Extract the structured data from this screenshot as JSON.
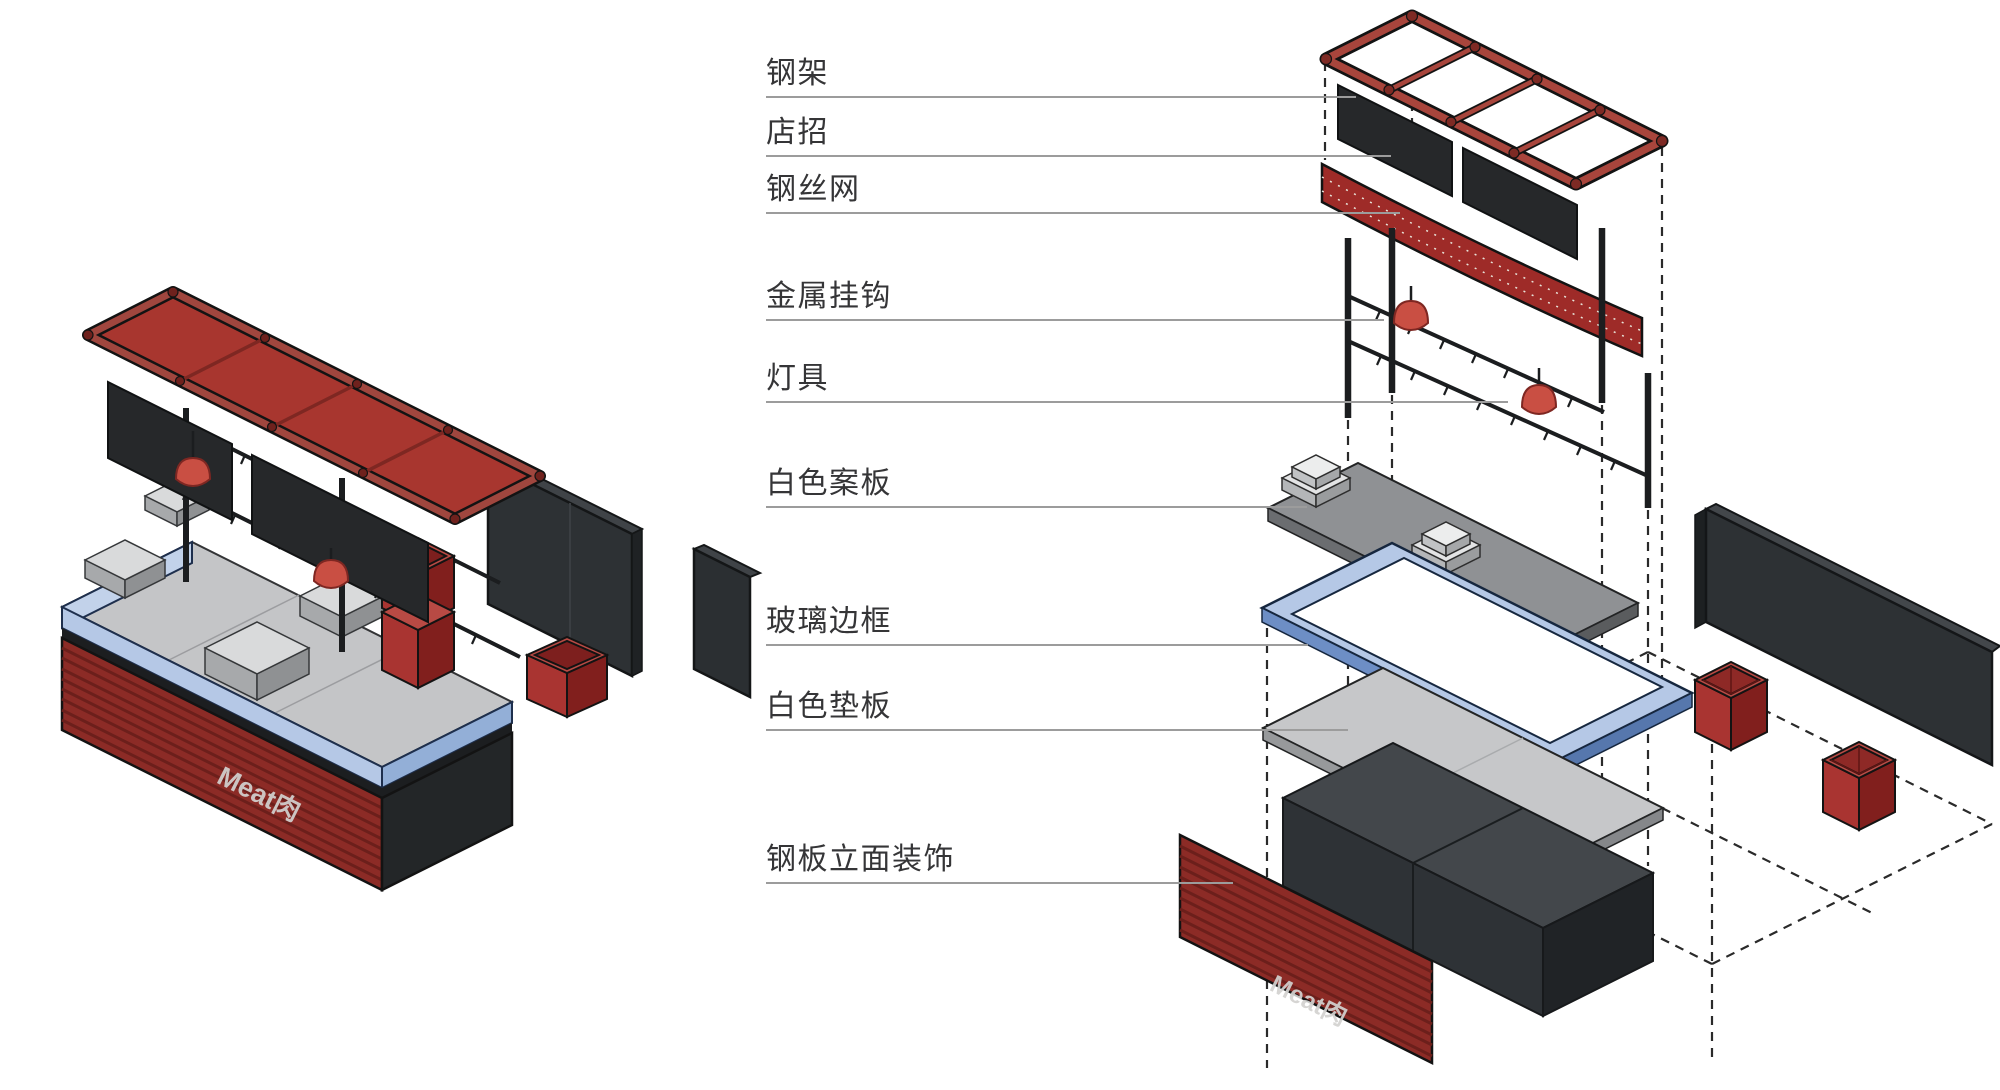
{
  "labels": [
    {
      "id": "steel-frame",
      "text": "钢架"
    },
    {
      "id": "shop-sign",
      "text": "店招"
    },
    {
      "id": "steel-wire-mesh",
      "text": "钢丝网"
    },
    {
      "id": "metal-hooks",
      "text": "金属挂钩"
    },
    {
      "id": "lamps",
      "text": "灯具"
    },
    {
      "id": "white-counter-board",
      "text": "白色案板"
    },
    {
      "id": "glass-edge-frame",
      "text": "玻璃边框"
    },
    {
      "id": "white-backing-board",
      "text": "白色垫板"
    },
    {
      "id": "steel-plate-facade",
      "text": "钢板立面装饰"
    }
  ],
  "logo": {
    "text": "Meat肉"
  },
  "colors": {
    "background": "#ffffff",
    "canopy_red": "#a8362f",
    "pipe_red": "#a0463e",
    "mesh_red": "#9e2b28",
    "facade_red": "#8c2b26",
    "facade_stripe": "#6c1f1b",
    "dark_panel": "#26282a",
    "side_wall": "#2d3134",
    "base_cabinet": "#2e3236",
    "counter_grey": "#8f9194",
    "backing_grey": "#c6c7c9",
    "glass_blue": "#b5c8e6",
    "glass_blue_side": "#6d8ec5",
    "lamp_red": "#c94f43",
    "crate_red": "#a93431",
    "label_text": "#353537",
    "leader_line": "#9c9c9c"
  }
}
